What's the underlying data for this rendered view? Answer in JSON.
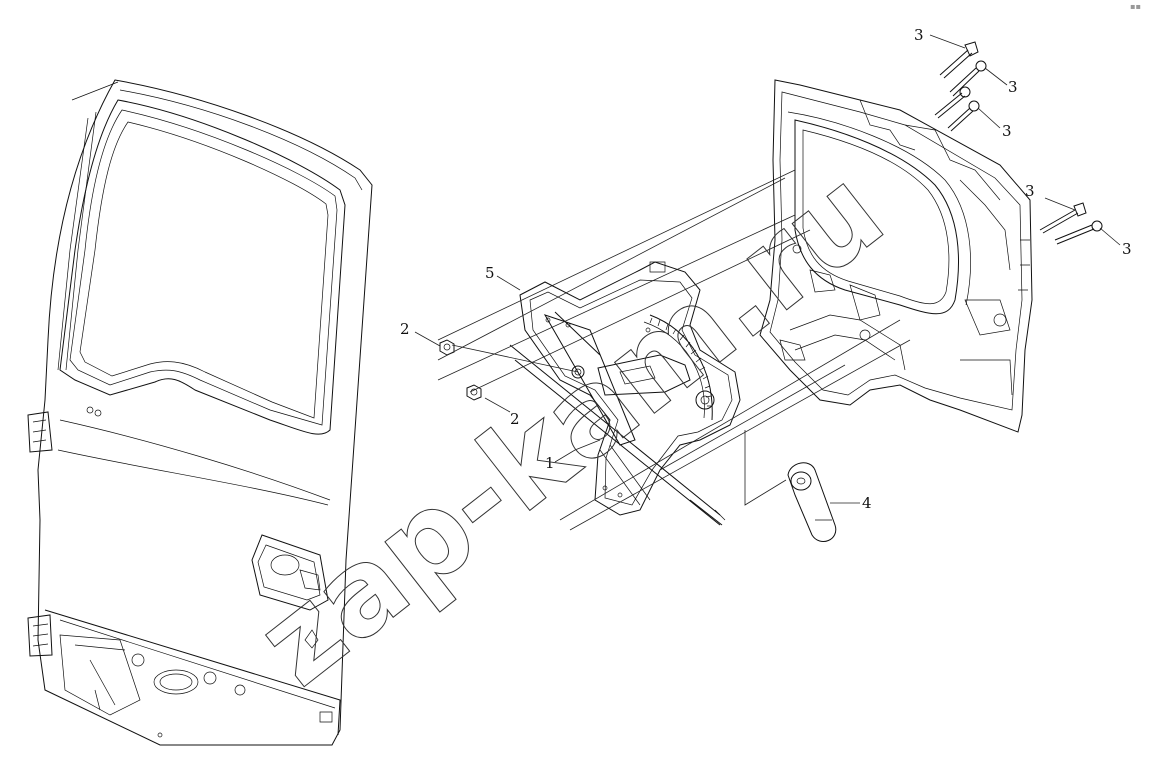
{
  "watermark": "zap-kam.ru",
  "corner_mark": "▪▪",
  "callouts": [
    {
      "id": "c1",
      "label": "1"
    },
    {
      "id": "c2a",
      "label": "2"
    },
    {
      "id": "c2b",
      "label": "2"
    },
    {
      "id": "c3a",
      "label": "3"
    },
    {
      "id": "c3b",
      "label": "3"
    },
    {
      "id": "c3c",
      "label": "3"
    },
    {
      "id": "c3d",
      "label": "3"
    },
    {
      "id": "c3e",
      "label": "3"
    },
    {
      "id": "c4",
      "label": "4"
    },
    {
      "id": "c5",
      "label": "5"
    }
  ]
}
